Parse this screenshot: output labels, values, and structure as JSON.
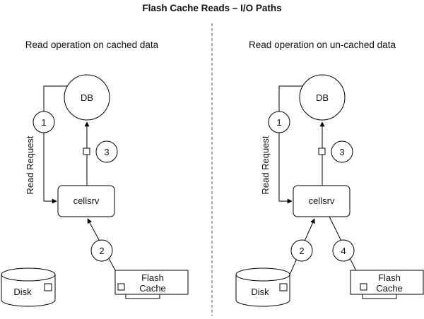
{
  "title": "Flash Cache Reads – I/O Paths",
  "left": {
    "subtitle": "Read operation on cached data",
    "db": "DB",
    "cellsrv": "cellsrv",
    "read_request": "Read Request",
    "step1": "1",
    "step2": "2",
    "step3": "3",
    "disk": "Disk",
    "flash_line1": "Flash",
    "flash_line2": "Cache"
  },
  "right": {
    "subtitle": "Read operation on un-cached data",
    "db": "DB",
    "cellsrv": "cellsrv",
    "read_request": "Read Request",
    "step1": "1",
    "step2": "2",
    "step3": "3",
    "step4": "4",
    "disk": "Disk",
    "flash_line1": "Flash",
    "flash_line2": "Cache"
  }
}
